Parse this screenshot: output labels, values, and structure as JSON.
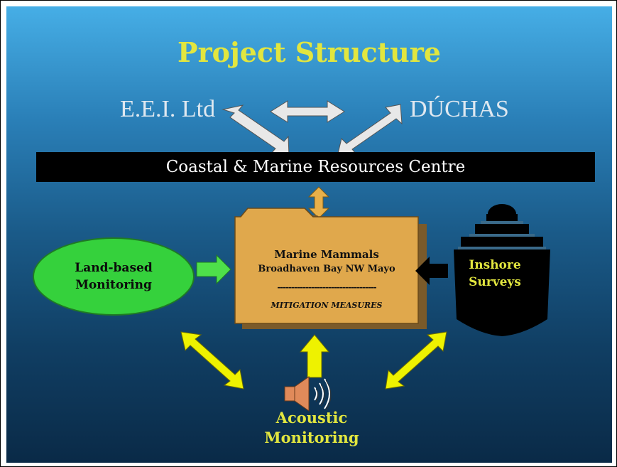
{
  "slide": {
    "title": "Project Structure",
    "party_left": "E.E.I. Ltd",
    "party_right": "DÚCHAS",
    "centre": "Coastal & Marine Resources Centre",
    "folder": {
      "heading": "Marine Mammals",
      "subheading": "Broadhaven Bay NW Mayo",
      "divider": "-----------------------------------",
      "measures": "MITIGATION MEASURES"
    },
    "land_based": "Land-based\nMonitoring",
    "inshore": "Inshore\nSurveys",
    "acoustic": "Acoustic\nMonitoring"
  },
  "colors": {
    "title": "#e2e63f",
    "party_text": "#dfe8f0",
    "centre_bar": "#000000",
    "folder_fill": "#e0a84c",
    "oval_fill": "#35d13c",
    "arrow_white": "#e8e8e8",
    "arrow_orange": "#e8b04a",
    "arrow_green": "#4ee04a",
    "arrow_yellow": "#eef200",
    "ship": "#000000"
  },
  "icons": [
    "speaker-icon",
    "ship-icon",
    "folder-icon"
  ]
}
